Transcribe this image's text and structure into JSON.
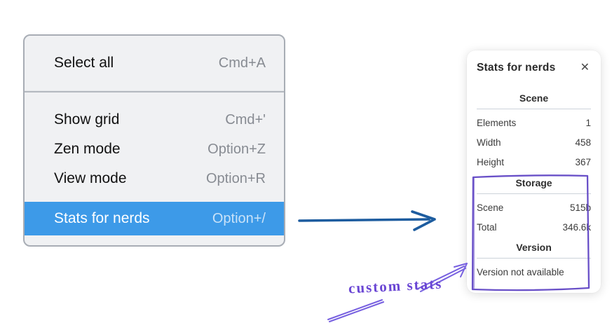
{
  "menu": {
    "items": [
      {
        "label": "Select all",
        "shortcut": "Cmd+A"
      },
      {
        "label": "Show grid",
        "shortcut": "Cmd+'"
      },
      {
        "label": "Zen mode",
        "shortcut": "Option+Z"
      },
      {
        "label": "View mode",
        "shortcut": "Option+R"
      },
      {
        "label": "Stats for nerds",
        "shortcut": "Option+/",
        "highlighted": true
      }
    ],
    "highlight_color": "#3d9ae8"
  },
  "stats_panel": {
    "title": "Stats for nerds",
    "close_icon": "✕",
    "sections": [
      {
        "header": "Scene",
        "rows": [
          {
            "label": "Elements",
            "value": "1"
          },
          {
            "label": "Width",
            "value": "458"
          },
          {
            "label": "Height",
            "value": "367"
          }
        ]
      },
      {
        "header": "Storage",
        "rows": [
          {
            "label": "Scene",
            "value": "515b"
          },
          {
            "label": "Total",
            "value": "346.6k"
          }
        ]
      },
      {
        "header": "Version",
        "note": "Version not available"
      }
    ]
  },
  "annotations": {
    "label": "custom stats",
    "arrow_color": "#1d5c9f",
    "highlight_color": "#6f53d6"
  }
}
